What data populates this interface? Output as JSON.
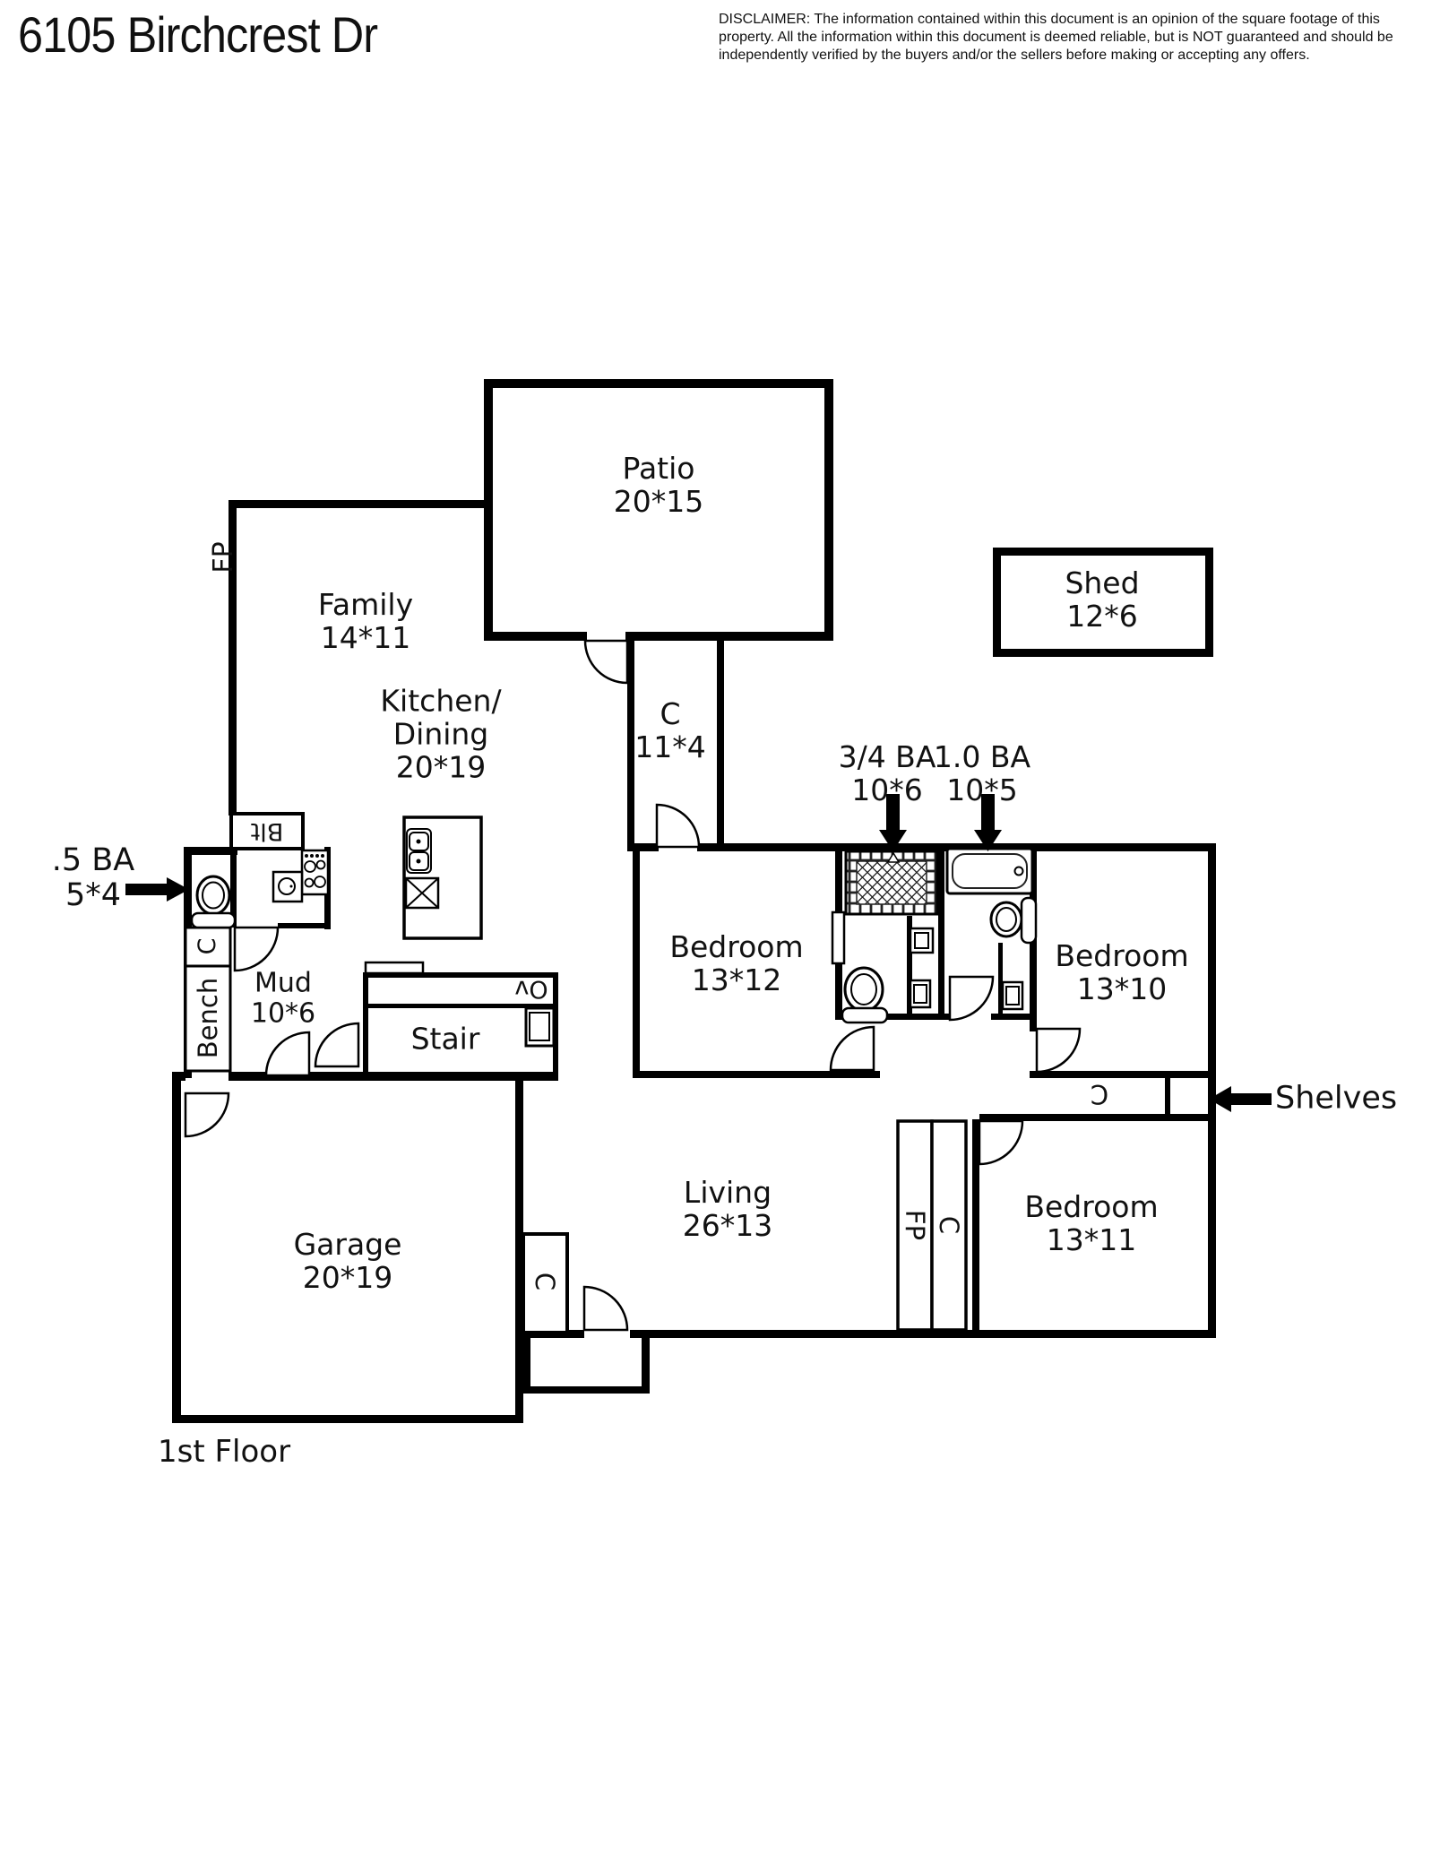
{
  "header": {
    "title": "6105 Birchcrest Dr",
    "disclaimer": "DISCLAIMER: The information contained within this document is an opinion of the square footage of this property. All the information within this document is deemed reliable, but is NOT guaranteed and should be independently verified by the buyers and/or the sellers before making or accepting any offers."
  },
  "floor_label": "1st Floor",
  "rooms": {
    "patio": {
      "name": "Patio",
      "dims": "20*15"
    },
    "shed": {
      "name": "Shed",
      "dims": "12*6"
    },
    "family": {
      "name": "Family",
      "dims": "14*11"
    },
    "kitchen": {
      "line1": "Kitchen/",
      "line2": "Dining",
      "line3": "20*19"
    },
    "corridor": {
      "name": "C",
      "dims": "11*4"
    },
    "bedroom_13x12": {
      "name": "Bedroom",
      "dims": "13*12"
    },
    "bedroom_13x10": {
      "name": "Bedroom",
      "dims": "13*10"
    },
    "bedroom_13x11": {
      "name": "Bedroom",
      "dims": "13*11"
    },
    "living": {
      "name": "Living",
      "dims": "26*13"
    },
    "garage": {
      "name": "Garage",
      "dims": "20*19"
    },
    "mud": {
      "name": "Mud",
      "dims": "10*6"
    },
    "stair": {
      "name": "Stair"
    }
  },
  "features": {
    "family_fireplace": "FP",
    "builtin": "Blt",
    "half_bath_closet": "C",
    "bench": "Bench",
    "oven": "Ov",
    "living_fireplace": "FP",
    "living_closet": "C",
    "bedroom_closet": "C",
    "entry_closet": "C"
  },
  "callouts": {
    "half_bath": {
      "label": ".5 BA",
      "dims": "5*4"
    },
    "three_quarter_bath": {
      "label": "3/4 BA",
      "dims": "10*6"
    },
    "full_bath": {
      "label": "1.0 BA",
      "dims": "10*5"
    },
    "shelves": {
      "label": "Shelves"
    }
  },
  "colors": {
    "wall": "#000000",
    "line": "#1a1a1a",
    "background": "#ffffff",
    "text": "#111111"
  }
}
